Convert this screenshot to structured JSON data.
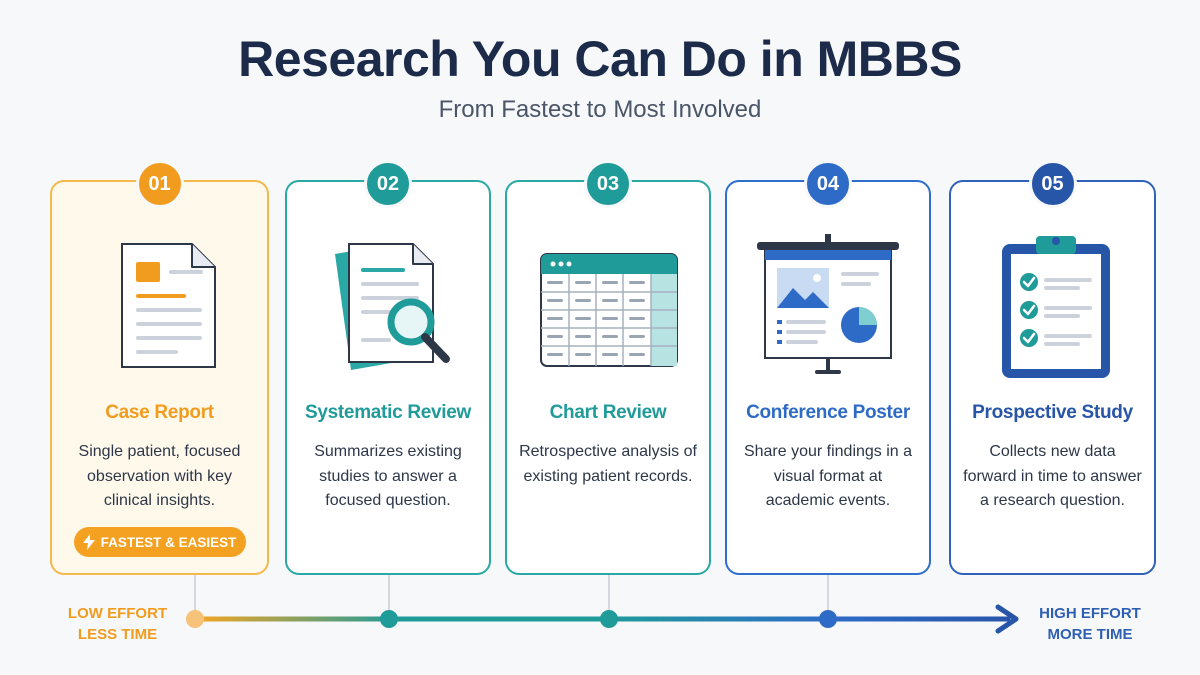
{
  "title": "Research You Can Do in MBBS",
  "subtitle": "From Fastest to Most Involved",
  "cards": [
    {
      "number": "01",
      "title": "Case Report",
      "description": "Single patient, focused observation with key clinical insights.",
      "badge_label": "FASTEST & EASIEST",
      "accent_color": "#f29c1f",
      "icon": "document-icon"
    },
    {
      "number": "02",
      "title": "Systematic Review",
      "description": "Summarizes existing studies to answer a focused question.",
      "accent_color": "#1f9b9a",
      "icon": "magnifier-documents-icon"
    },
    {
      "number": "03",
      "title": "Chart Review",
      "description": "Retrospective analysis of existing patient records.",
      "accent_color": "#1f9b9a",
      "icon": "spreadsheet-icon"
    },
    {
      "number": "04",
      "title": "Conference Poster",
      "description": "Share your findings in a visual format at academic events.",
      "accent_color": "#2e6bc7",
      "icon": "poster-board-icon"
    },
    {
      "number": "05",
      "title": "Prospective Study",
      "description": "Collects new data forward in time to answer a research question.",
      "accent_color": "#2755a8",
      "icon": "clipboard-checklist-icon"
    }
  ],
  "axis": {
    "low_line1": "LOW EFFORT",
    "low_line2": "LESS TIME",
    "high_line1": "HIGH EFFORT",
    "high_line2": "MORE TIME"
  }
}
